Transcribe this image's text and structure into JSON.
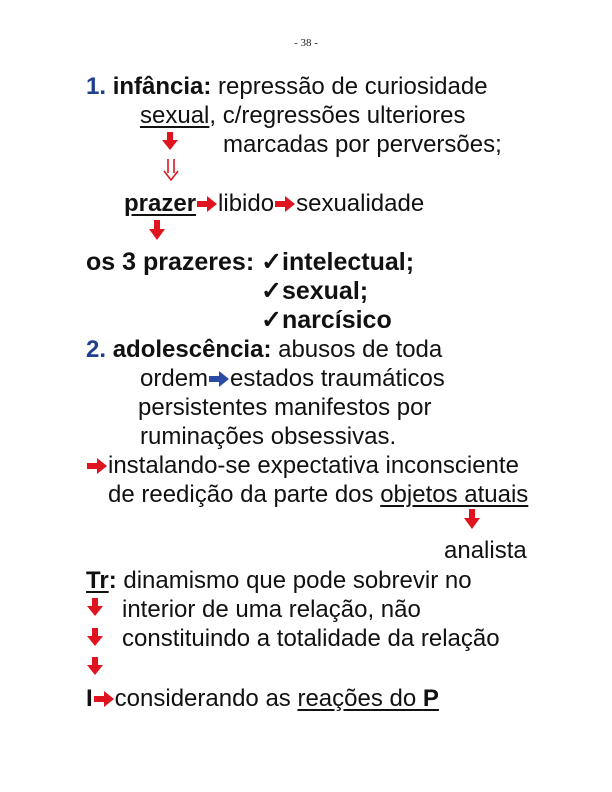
{
  "page_number": "- 38 -",
  "colors": {
    "number_blue": "#1f3f8f",
    "arrow_red": "#e0141e",
    "arrow_blue": "#2b4aa3"
  },
  "icons": [
    "arrow-down-icon",
    "arrow-right-icon",
    "double-arrow-down-icon",
    "check-icon"
  ],
  "s1": {
    "num": "1.",
    "title": "infância:",
    "l1_rest": " repressão de curiosidade",
    "l2_u": "sexual",
    "l2_rest": ", c/regressões ulteriores",
    "l3": "marcadas por perversões;",
    "flow_a": "prazer",
    "flow_b": "libido",
    "flow_c": "sexualidade",
    "pleasures_label": "os 3 prazeres:",
    "pleasure_1": "intelectual;",
    "pleasure_2": "sexual;",
    "pleasure_3": "narcísico",
    "check": "✓"
  },
  "s2": {
    "num": "2.",
    "title": "adolescência:",
    "l1_rest": " abusos de toda",
    "l2_a": "ordem",
    "l2_b": "estados traumáticos",
    "l3": "persistentes manifestos por",
    "l4": "ruminações obsessivas.",
    "l5": "instalando-se expectativa inconsciente",
    "l6_a": "de reedição da parte dos ",
    "l6_u": "objetos atuais",
    "l7": "analista"
  },
  "tr": {
    "label": "Tr",
    "colon": ":",
    "l1": " dinamismo que pode sobrevir no",
    "l2": "interior de uma relação, não",
    "l3": "constituindo a totalidade da relação",
    "i_label": "I",
    "l4_a": "considerando as ",
    "l4_u": "reações do ",
    "l4_p": "P"
  }
}
